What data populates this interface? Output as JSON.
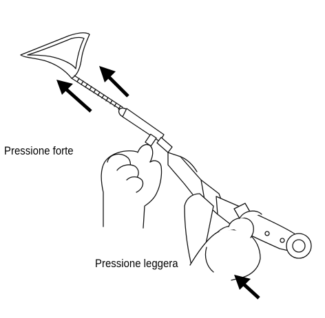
{
  "labels": {
    "strong_pressure": "Pressione forte",
    "light_pressure": "Pressione leggera"
  },
  "colors": {
    "line": "#111111",
    "fill": "#ffffff",
    "arrow": "#000000"
  },
  "icons": {
    "instrument": "insertion-device-illustration",
    "upper_hand": "hand-icon",
    "lower_hand": "hand-icon",
    "arrows": "arrow-icon"
  }
}
